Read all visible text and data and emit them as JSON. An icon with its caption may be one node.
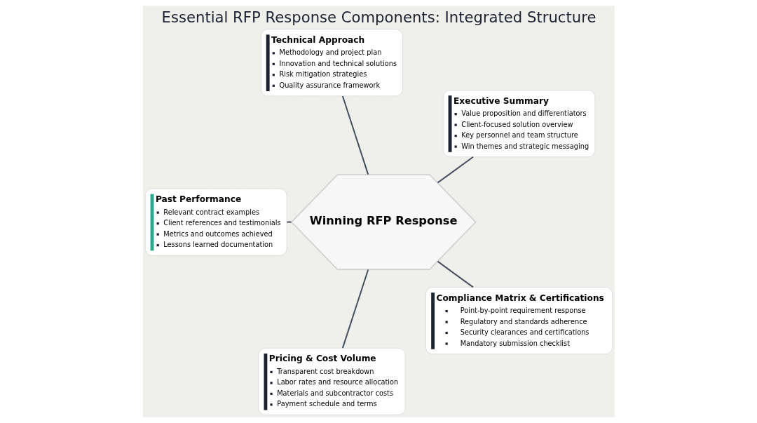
{
  "diagram": {
    "title": "Essential RFP Response Components: Integrated Structure",
    "nodes": [
      {
        "text": [
          "Executive Summary",
          "Value proposition and differentiators",
          "Client-focused solution overview",
          "Key personnel and team structure",
          "Win themes and strategic messaging"
        ]
      },
      {
        "text": [
          "Technical Approach",
          "Methodology and project plan",
          "Innovation and technical solutions",
          "Risk mitigation strategies",
          "Quality assurance framework"
        ]
      },
      {
        "text": [
          "Past Performance",
          "Relevant contract examples",
          "Client references and testimonials",
          "Metrics and outcomes achieved",
          "Lessons learned documentation"
        ]
      },
      {
        "text": [
          "Winning RFP Response"
        ]
      },
      {
        "text": [
          "Pricing & Cost Volume",
          "Transparent cost breakdown",
          "Labor rates and resource allocation",
          "Materials and subcontractor costs",
          "Payment schedule and terms"
        ]
      },
      {
        "text": [
          "Compliance Matrix & Certifications",
          "Point-by-point requirement response",
          "Regulatory and standards adherence",
          "Security clearances and certifications",
          "Mandatory submission checklist"
        ]
      }
    ],
    "edges": [
      {
        "from": 3,
        "to": 0,
        "arrow": "none"
      },
      {
        "from": 3,
        "to": 1,
        "arrow": "none"
      },
      {
        "from": 3,
        "to": 2,
        "arrow": "none"
      },
      {
        "from": 3,
        "to": 4,
        "arrow": "none"
      },
      {
        "from": 3,
        "to": 5,
        "arrow": "none"
      }
    ]
  }
}
